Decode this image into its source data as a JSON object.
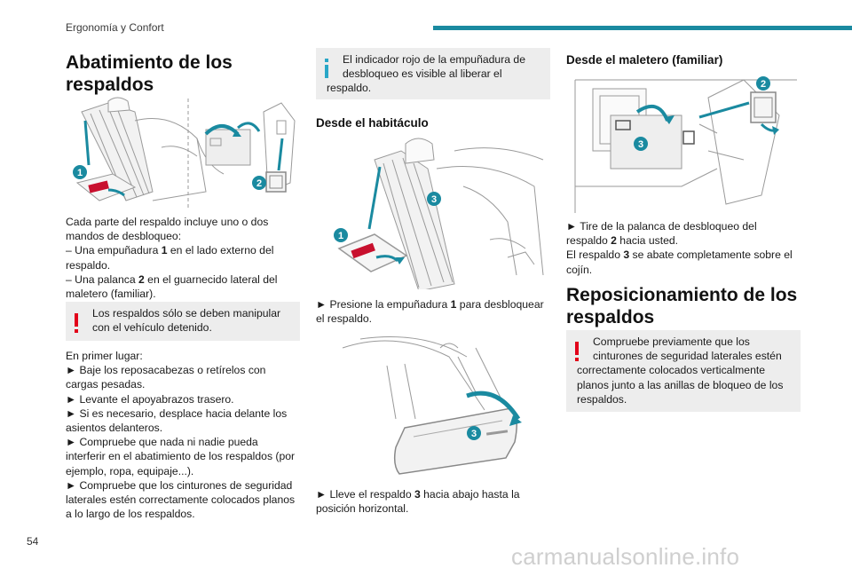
{
  "header": {
    "section": "Ergonomía y Confort"
  },
  "page_number": "54",
  "watermark": "carmanualsonline.info",
  "col1": {
    "title": [
      "Abatimiento de los",
      "respaldos"
    ],
    "intro": [
      "Cada parte del respaldo incluye uno o dos",
      "mandos de desbloqueo:",
      "– Una empuñadura 1 en el lado externo del",
      "respaldo.",
      "– Una palanca 2 en el guarnecido lateral del",
      "maletero (familiar)."
    ],
    "warning": [
      "Los respaldos sólo se deben manipular",
      "con el vehículo detenido."
    ],
    "steps": [
      "En primer lugar:",
      "► Baje los reposacabezas o retírelos con",
      "cargas pesadas.",
      "► Levante el apoyabrazos trasero.",
      "► Si es necesario, desplace hacia delante los",
      "asientos delanteros.",
      "► Compruebe que nada ni nadie pueda",
      "interferir en el abatimiento de los respaldos (por",
      "ejemplo, ropa, equipaje...).",
      "► Compruebe que los cinturones de seguridad",
      "laterales estén correctamente colocados planos",
      "a lo largo de los respaldos."
    ],
    "callouts": [
      "1",
      "2"
    ]
  },
  "col2": {
    "info": [
      "El indicador rojo de la empuñadura de",
      "desbloqueo es visible al liberar el",
      "respaldo."
    ],
    "subtitle": "Desde el habitáculo",
    "step1": [
      "► Presione la empuñadura 1 para desbloquear",
      "el respaldo."
    ],
    "step2": [
      "► Lleve el respaldo 3 hacia abajo hasta la",
      "posición horizontal."
    ],
    "callouts": [
      "1",
      "3",
      "3"
    ]
  },
  "col3": {
    "subtitle": "Desde el maletero (familiar)",
    "steps": [
      "► Tire de la palanca de desbloqueo del",
      "respaldo 2 hacia usted.",
      "El respaldo 3 se abate completamente sobre el",
      "cojín."
    ],
    "title": [
      "Reposicionamiento de los",
      "respaldos"
    ],
    "warning": [
      "Compruebe previamente que los",
      "cinturones de seguridad laterales estén",
      "correctamente colocados verticalmente",
      "planos junto a las anillas de bloqueo de los",
      "respaldos."
    ],
    "callouts": [
      "2",
      "3"
    ]
  },
  "colors": {
    "accent": "#1a8aa0",
    "warning": "#e2001a",
    "note_bg": "#ededed",
    "info": "#2aa7c7"
  }
}
